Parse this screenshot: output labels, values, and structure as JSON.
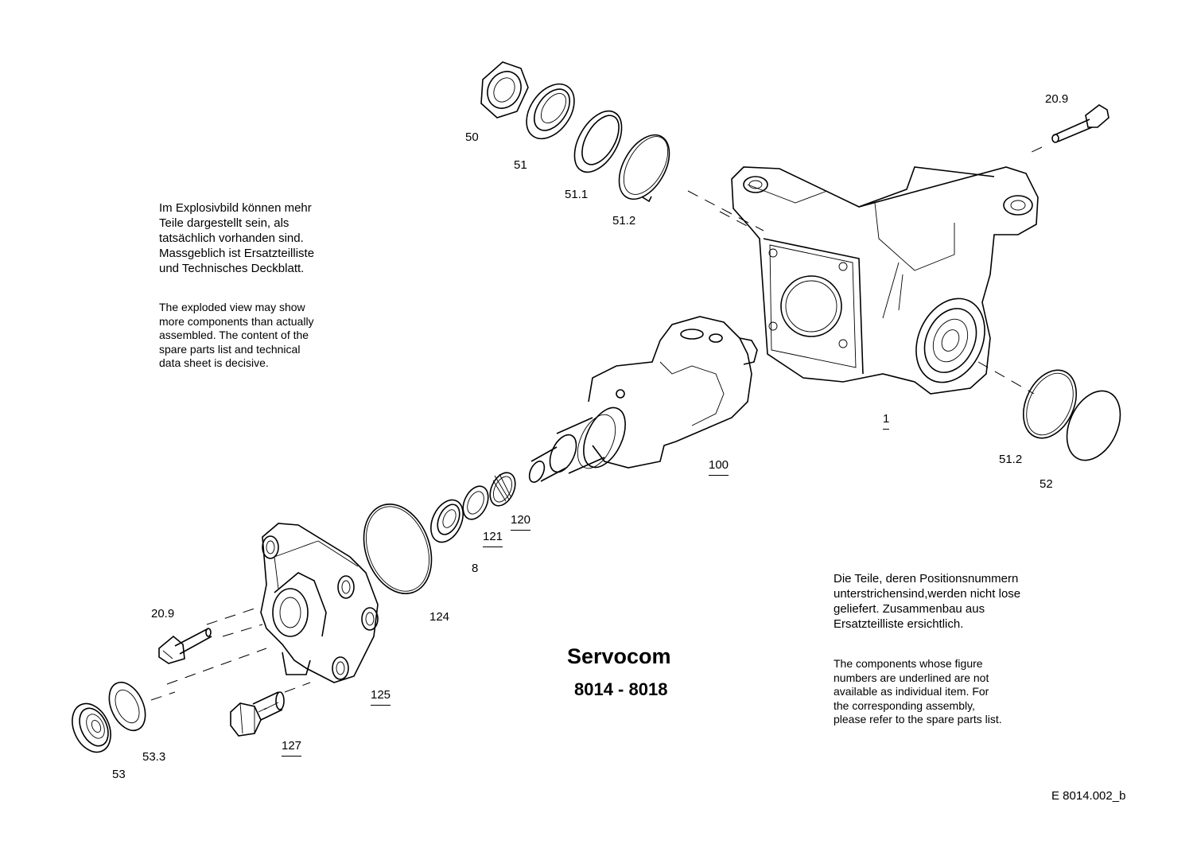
{
  "title": "Servocom",
  "subtitle": "8014 - 8018",
  "drawing_ref": "E  8014.002_b",
  "note_de": [
    "Im Explosivbild können mehr",
    "Teile dargestellt sein, als",
    "tatsächlich vorhanden sind.",
    "Massgeblich ist Ersatzteilliste",
    "und Technisches Deckblatt."
  ],
  "note_en": [
    "The exploded view may show",
    "more components than actually",
    "assembled. The content of the",
    "spare parts list and technical",
    "data sheet is decisive."
  ],
  "underline_note_de": [
    "Die  Teile, deren Positionsnummern",
    "unterstrichensind,werden nicht lose",
    "geliefert. Zusammenbau aus",
    "Ersatzteilliste ersichtlich."
  ],
  "underline_note_en": [
    "The components whose figure",
    "numbers are underlined are not",
    "available as individual item. For",
    "the corresponding assembly,",
    "please refer to the spare parts list."
  ],
  "part_labels": {
    "p50": "50",
    "p51": "51",
    "p51_1": "51.1",
    "p51_2_top": "51.2",
    "p20_9_top": "20.9",
    "p1": "1",
    "p51_2_right": "51.2",
    "p52": "52",
    "p100": "100",
    "p120": "120",
    "p121": "121",
    "p8": "8",
    "p124": "124",
    "p125": "125",
    "p20_9_left": "20.9",
    "p127": "127",
    "p53_3": "53.3",
    "p53": "53"
  }
}
